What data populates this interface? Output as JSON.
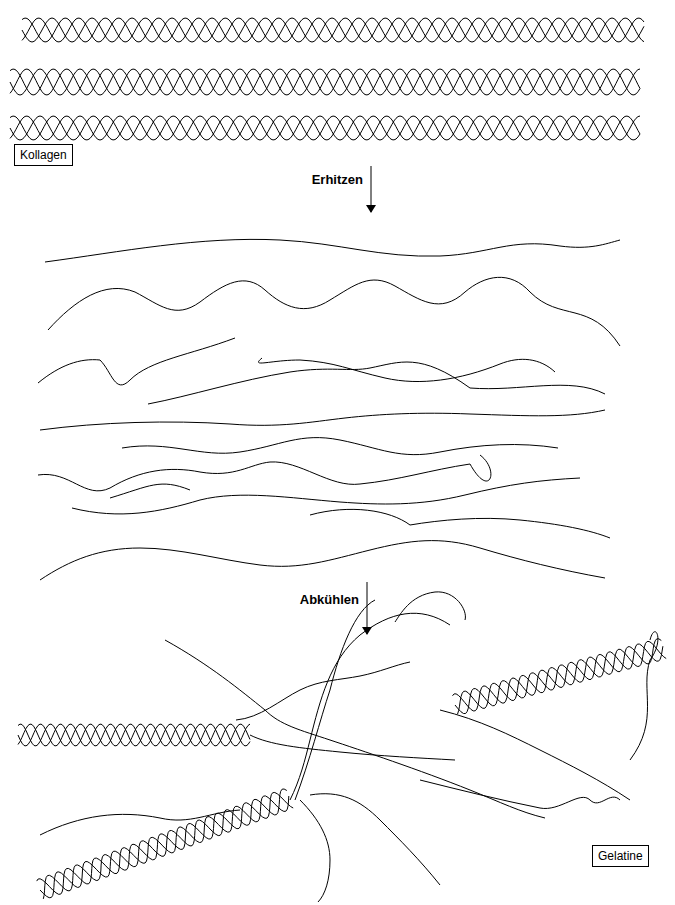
{
  "diagram": {
    "nodes": [
      {
        "text": [
          "Kollagen"
        ]
      },
      {
        "text": [
          "Gelatine"
        ]
      }
    ],
    "labels": [
      "Erhitzen",
      "Abkühlen"
    ]
  }
}
